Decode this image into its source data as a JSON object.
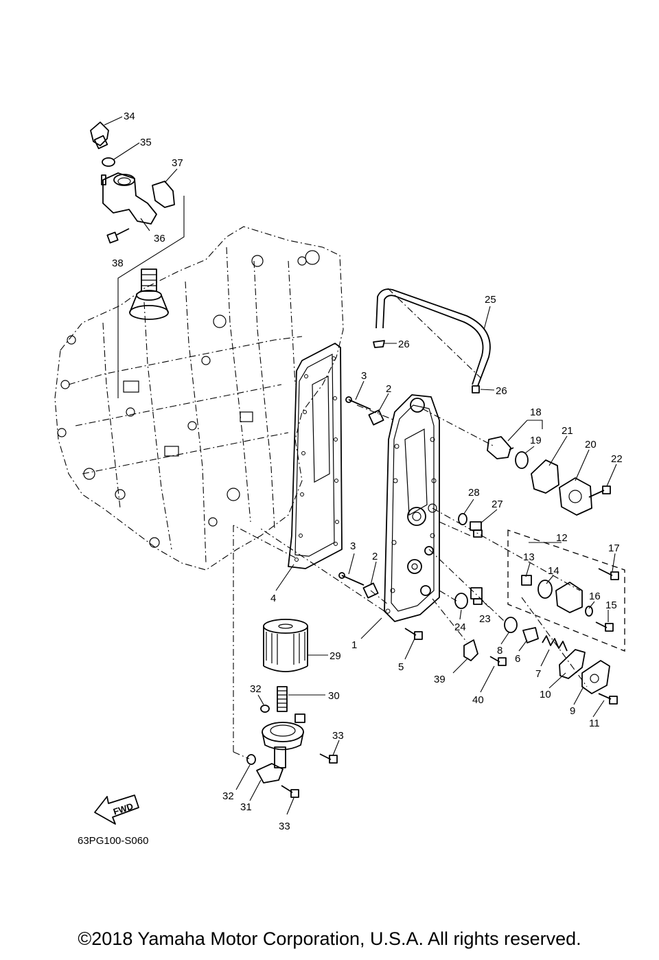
{
  "diagram_code": "63PG100-S060",
  "direction_label": "FWD",
  "copyright": "©2018 Yamaha Motor Corporation, U.S.A. All rights reserved.",
  "callouts": [
    "34",
    "35",
    "37",
    "36",
    "38",
    "25",
    "26",
    "26",
    "3",
    "2",
    "18",
    "19",
    "21",
    "20",
    "22",
    "28",
    "27",
    "12",
    "13",
    "14",
    "17",
    "16",
    "15",
    "3",
    "2",
    "4",
    "1",
    "5",
    "24",
    "23",
    "8",
    "6",
    "7",
    "10",
    "9",
    "11",
    "39",
    "40",
    "29",
    "30",
    "32",
    "33",
    "32",
    "31",
    "33"
  ]
}
